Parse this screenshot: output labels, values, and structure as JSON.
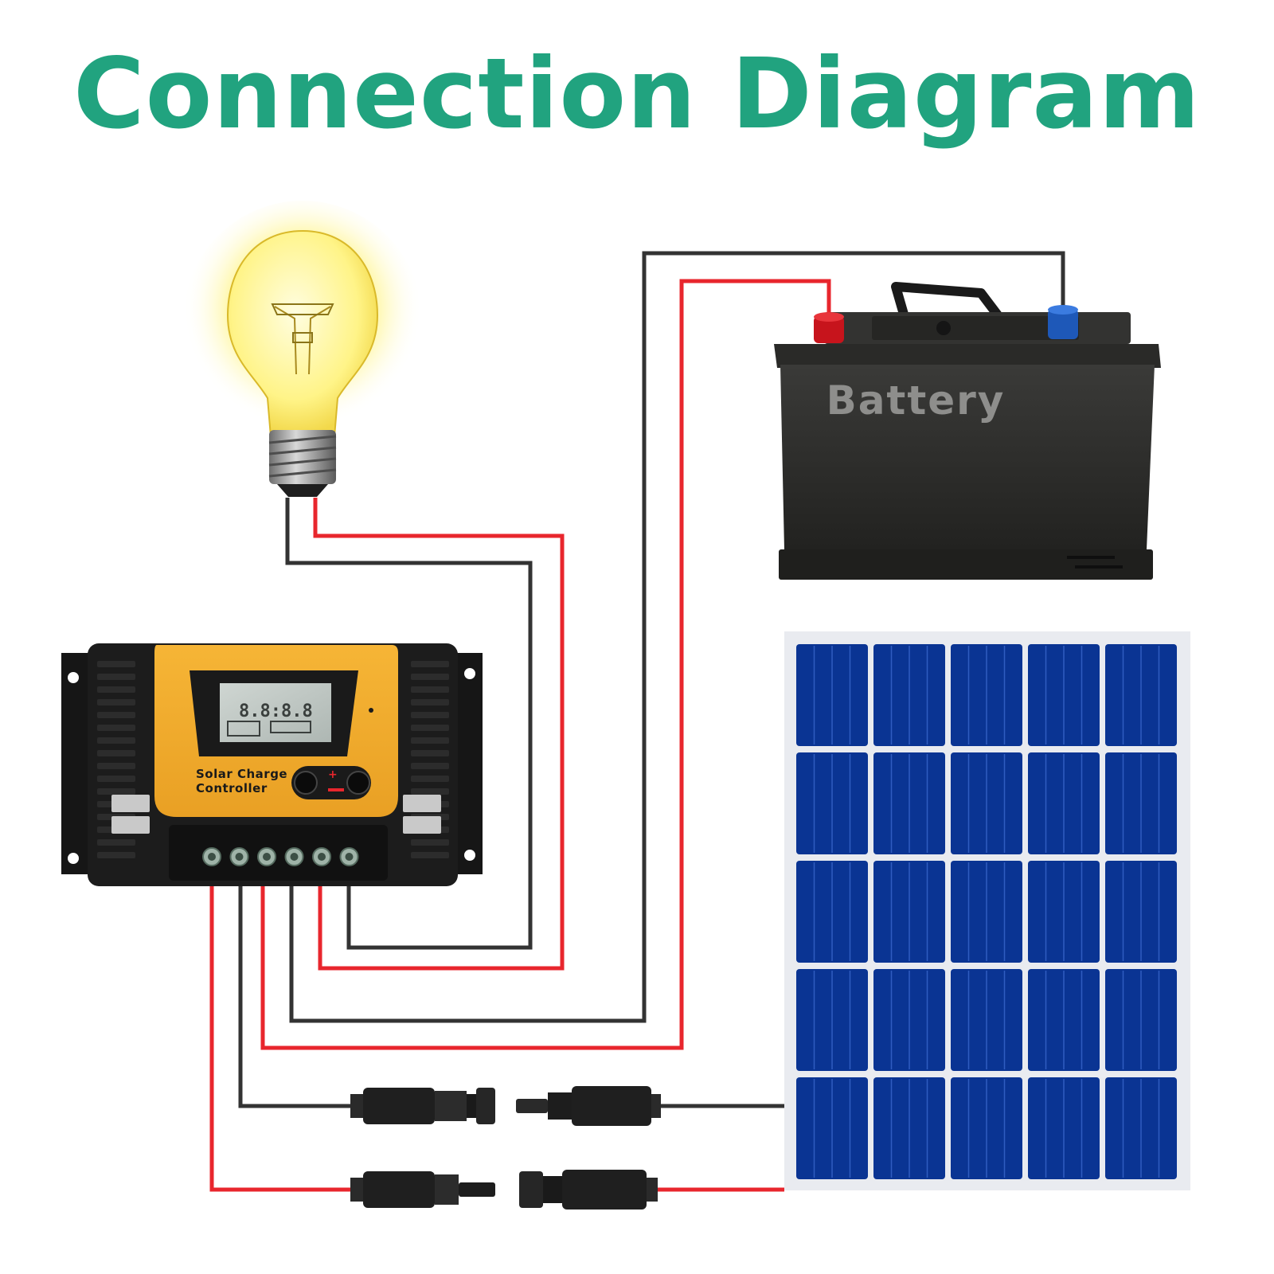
{
  "title": "Connection Diagram",
  "battery": {
    "label": "Battery"
  },
  "controller": {
    "label_line1": "Solar Charge",
    "label_line2": "Controller"
  },
  "colors": {
    "title": "#21a37f",
    "wire_negative": "#333333",
    "wire_positive": "#e8262d",
    "panel_cell": "#0a3493",
    "panel_frame": "#e9ebf0",
    "controller_body": "#1c1c1c",
    "controller_face": "#f2aa2c",
    "battery_body": "#2d2d2b",
    "bulb_glow": "#fff37a"
  },
  "components": {
    "bulb": "light-bulb-icon",
    "battery": "battery-icon",
    "controller": "solar-charge-controller-icon",
    "panel": "solar-panel-icon",
    "connectors": "mc4-connector-icon"
  }
}
